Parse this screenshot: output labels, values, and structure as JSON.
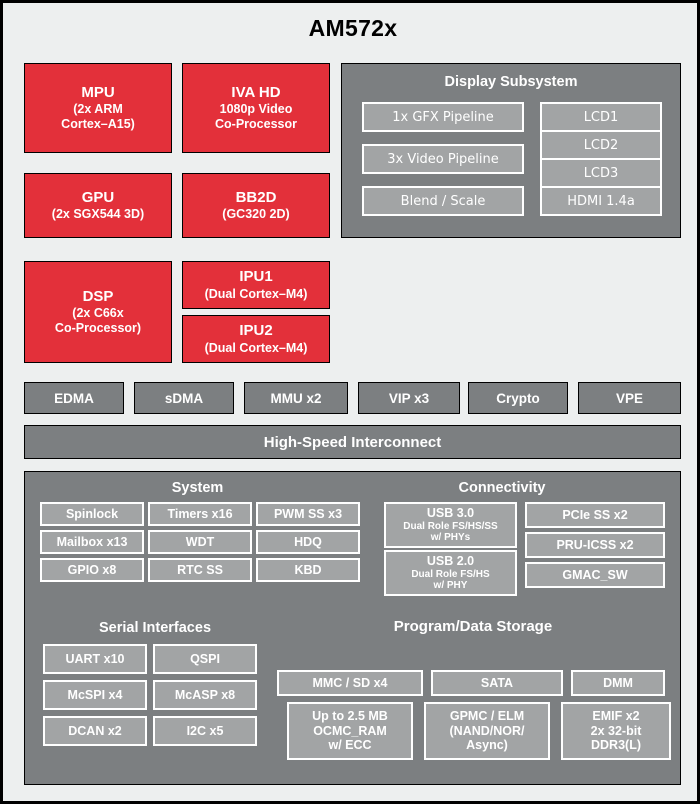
{
  "diagram": {
    "title": "AM572x",
    "colors": {
      "accent_red": "#e3303a",
      "panel_gray": "#7c7f81",
      "chip_gray": "#a2a4a5",
      "background": "#edefef",
      "text_light": "#ffffff",
      "text_dark": "#000000"
    }
  },
  "cores": [
    {
      "name": "MPU",
      "line1": "MPU",
      "line2": "(2x ARM",
      "line3": "Cortex–A15)"
    },
    {
      "name": "IVA HD",
      "line1": "IVA HD",
      "line2": "1080p Video",
      "line3": "Co-Processor"
    },
    {
      "name": "GPU",
      "line1": "GPU",
      "line2": "(2x SGX544 3D)",
      "line3": ""
    },
    {
      "name": "BB2D",
      "line1": "BB2D",
      "line2": "(GC320 2D)",
      "line3": ""
    },
    {
      "name": "DSP",
      "line1": "DSP",
      "line2": "(2x C66x",
      "line3": "Co-Processor)"
    },
    {
      "name": "IPU1",
      "line1": "IPU1",
      "line2": "(Dual Cortex–M4)",
      "line3": ""
    },
    {
      "name": "IPU2",
      "line1": "IPU2",
      "line2": "(Dual Cortex–M4)",
      "line3": ""
    }
  ],
  "display_subsystem": {
    "title": "Display Subsystem",
    "pipelines": [
      "1x GFX Pipeline",
      "3x Video Pipeline",
      "Blend / Scale"
    ],
    "outputs": [
      "LCD1",
      "LCD2",
      "LCD3",
      "HDMI 1.4a"
    ]
  },
  "dma_row": [
    "EDMA",
    "sDMA",
    "MMU x2",
    "VIP x3",
    "Crypto",
    "VPE"
  ],
  "interconnect": {
    "label": "High-Speed Interconnect"
  },
  "system": {
    "title": "System",
    "chips": [
      "Spinlock",
      "Timers x16",
      "PWM SS x3",
      "Mailbox x13",
      "WDT",
      "HDQ",
      "GPIO x8",
      "RTC SS",
      "KBD"
    ]
  },
  "connectivity": {
    "title": "Connectivity",
    "usb": [
      {
        "l1": "USB 3.0",
        "l2": "Dual Role FS/HS/SS",
        "l3": "w/ PHYs"
      },
      {
        "l1": "USB 2.0",
        "l2": "Dual Role FS/HS",
        "l3": "w/ PHY"
      }
    ],
    "right": [
      "PCIe SS x2",
      "PRU-ICSS x2",
      "GMAC_SW"
    ]
  },
  "serial_interfaces": {
    "title": "Serial Interfaces",
    "chips": [
      "UART x10",
      "QSPI",
      "McSPI x4",
      "McASP x8",
      "DCAN x2",
      "I2C x5"
    ]
  },
  "storage": {
    "title": "Program/Data Storage",
    "top_row": [
      "MMC / SD x4",
      "SATA",
      "DMM"
    ],
    "bottom_row": [
      {
        "l1": "Up to 2.5 MB",
        "l2": "OCMC_RAM",
        "l3": "w/ ECC"
      },
      {
        "l1": "GPMC / ELM",
        "l2": "(NAND/NOR/",
        "l3": "Async)"
      },
      {
        "l1": "EMIF x2",
        "l2": "2x 32-bit",
        "l3": "DDR3(L)"
      }
    ]
  }
}
